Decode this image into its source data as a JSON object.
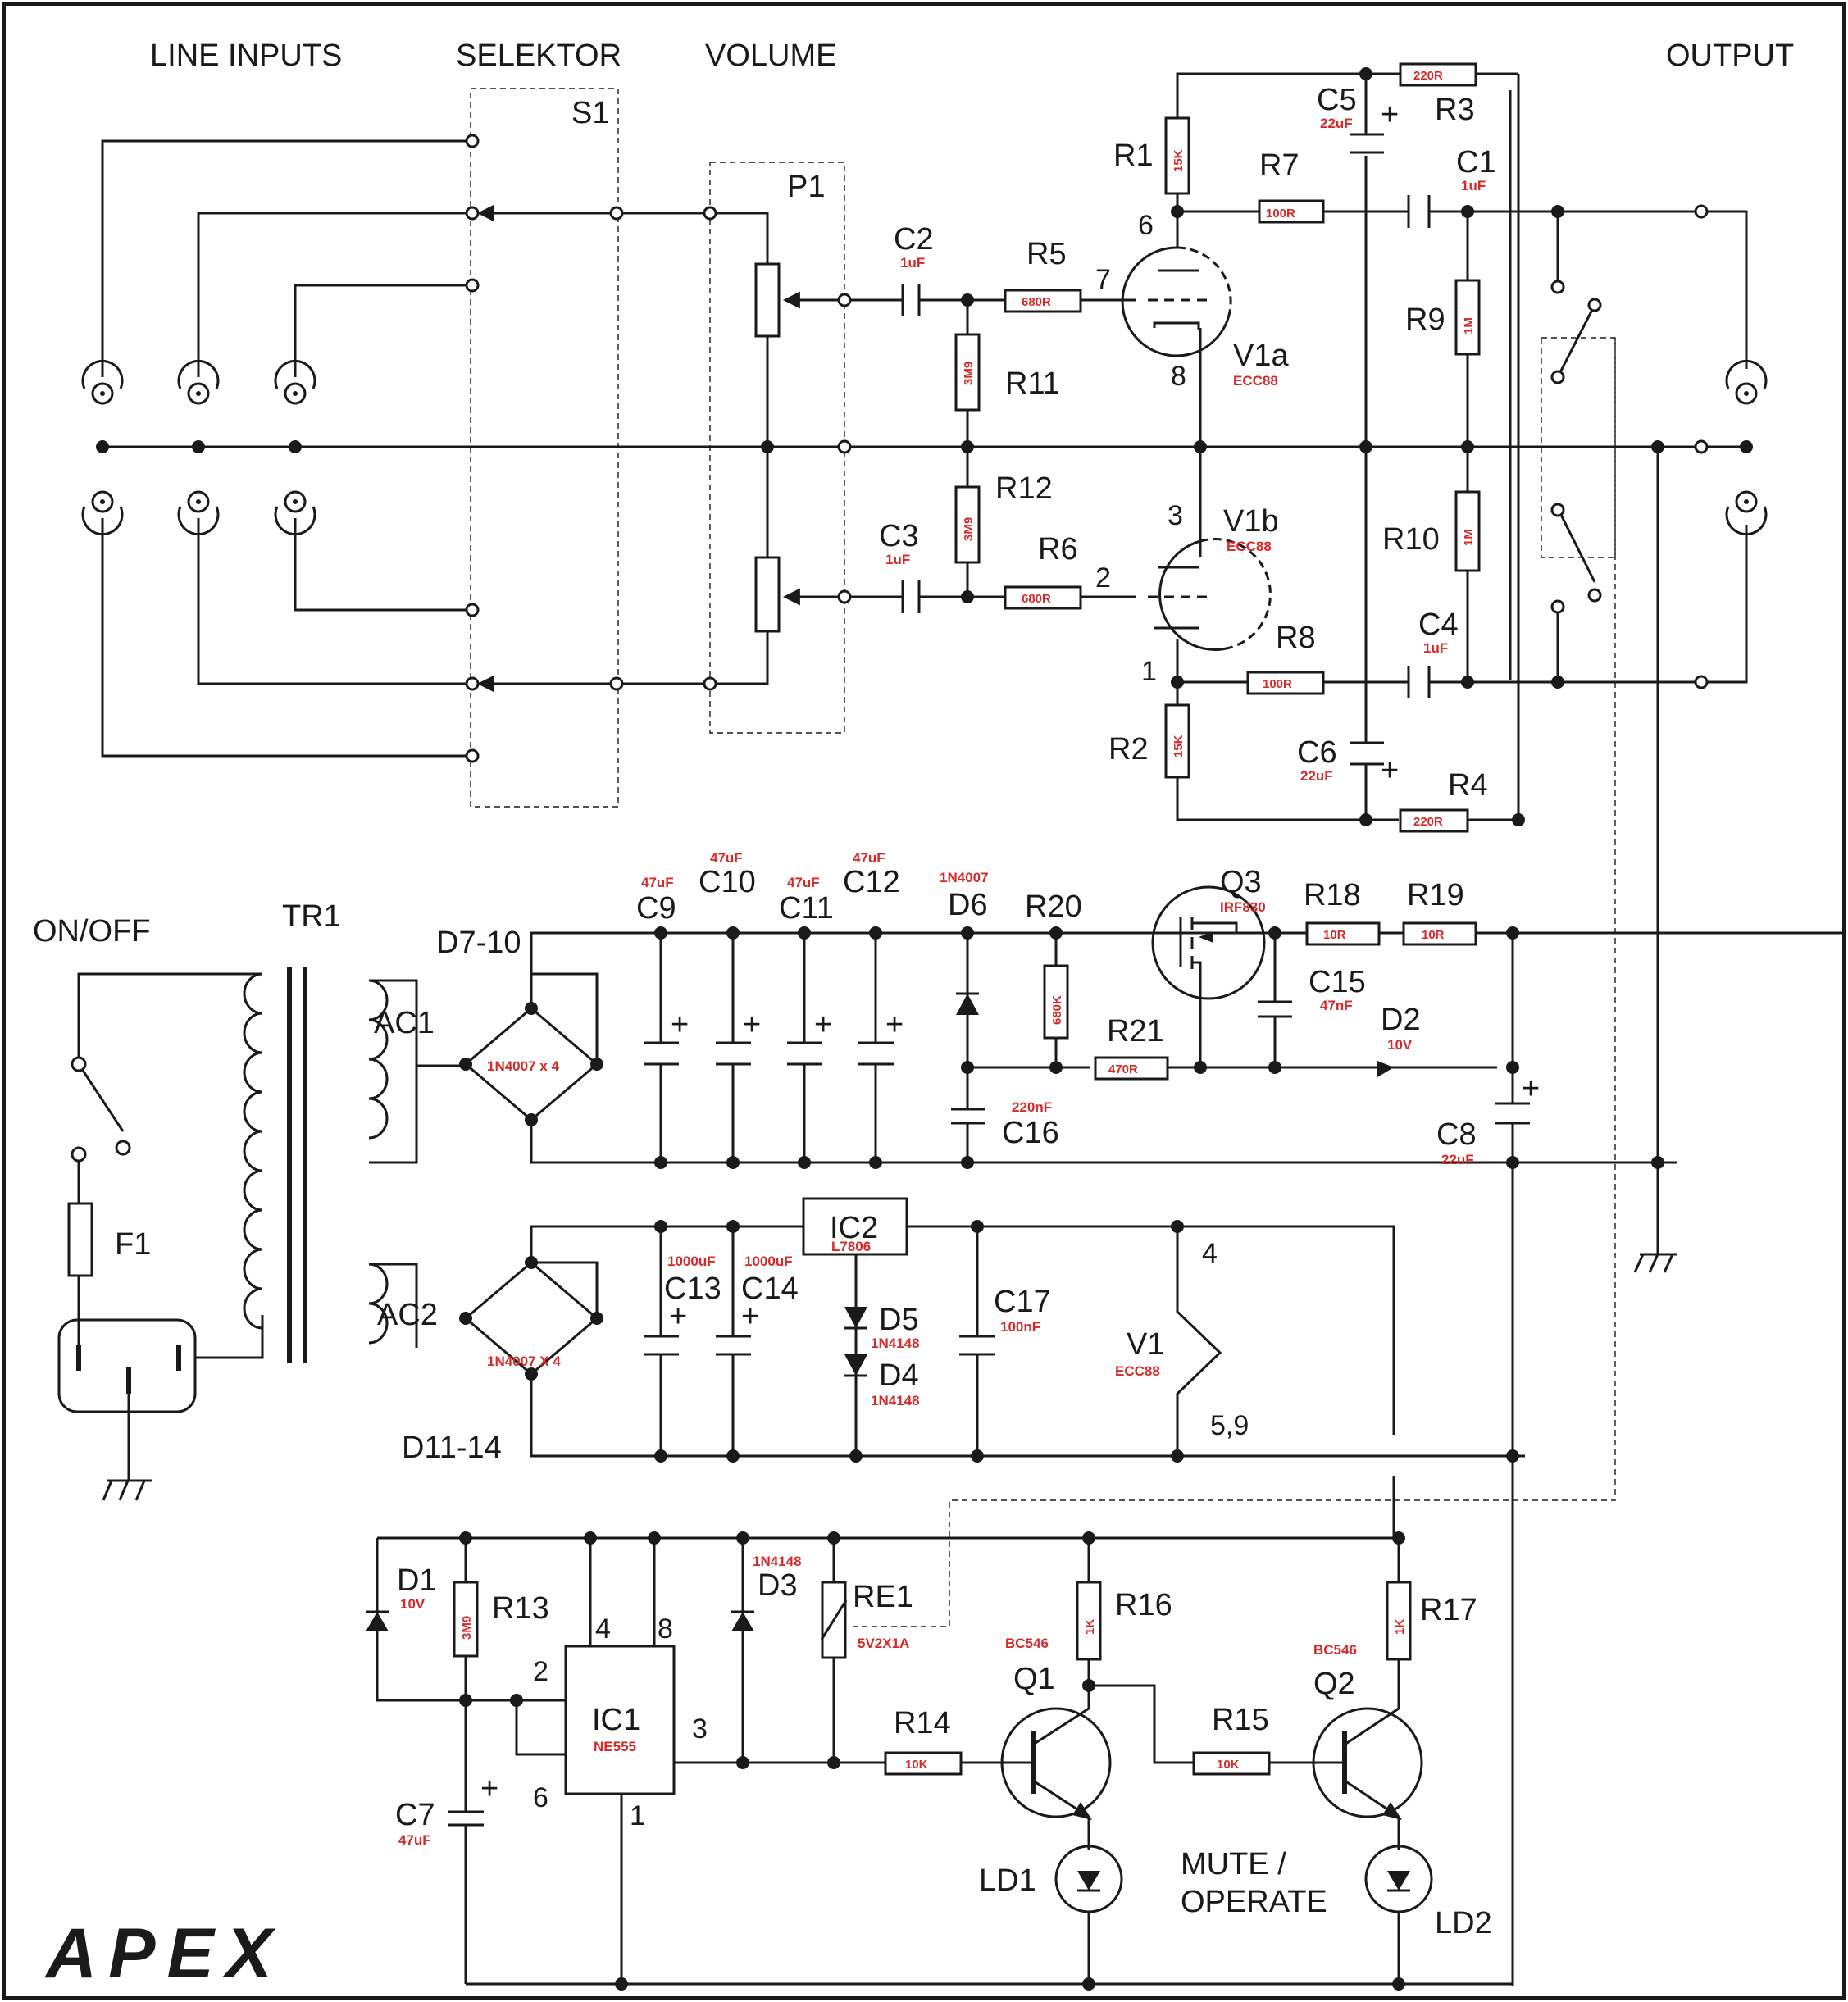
{
  "sections": {
    "line_inputs": "LINE INPUTS",
    "selektor": "SELEKTOR",
    "volume": "VOLUME",
    "output": "OUTPUT",
    "on_off": "ON/OFF",
    "mute_operate_1": "MUTE /",
    "mute_operate_2": "OPERATE"
  },
  "brand": {
    "logo": "APEX"
  },
  "components": {
    "S1": "S1",
    "P1": "P1",
    "TR1": "TR1",
    "F1": "F1",
    "AC1": "AC1",
    "AC2": "AC2",
    "D7_10": "D7-10",
    "D11_14": "D11-14",
    "bridge1_val": "1N4007 x 4",
    "bridge2_val": "1N4007 X 4",
    "C1": "C1",
    "C1_val": "1uF",
    "C2": "C2",
    "C2_val": "1uF",
    "C3": "C3",
    "C3_val": "1uF",
    "C4": "C4",
    "C4_val": "1uF",
    "C5": "C5",
    "C5_val": "22uF",
    "C6": "C6",
    "C6_val": "22uF",
    "C7": "C7",
    "C7_val": "47uF",
    "C8": "C8",
    "C8_val": "22uF",
    "C9": "C9",
    "C9_val": "47uF",
    "C10": "C10",
    "C10_val": "47uF",
    "C11": "C11",
    "C11_val": "47uF",
    "C12": "C12",
    "C12_val": "47uF",
    "C13": "C13",
    "C13_val": "1000uF",
    "C14": "C14",
    "C14_val": "1000uF",
    "C15": "C15",
    "C15_val": "47nF",
    "C16": "C16",
    "C16_val": "220nF",
    "C17": "C17",
    "C17_val": "100nF",
    "R1": "R1",
    "R1_val": "15K",
    "R2": "R2",
    "R2_val": "15K",
    "R3": "R3",
    "R3_val": "220R",
    "R4": "R4",
    "R4_val": "220R",
    "R5": "R5",
    "R5_val": "680R",
    "R6": "R6",
    "R6_val": "680R",
    "R7": "R7",
    "R7_val": "100R",
    "R8": "R8",
    "R8_val": "100R",
    "R9": "R9",
    "R9_val": "1M",
    "R10": "R10",
    "R10_val": "1M",
    "R11": "R11",
    "R11_val": "3M9",
    "R12": "R12",
    "R12_val": "3M9",
    "R13": "R13",
    "R13_val": "3M9",
    "R14": "R14",
    "R14_val": "10K",
    "R15": "R15",
    "R15_val": "10K",
    "R16": "R16",
    "R16_val": "1K",
    "R17": "R17",
    "R17_val": "1K",
    "R18": "R18",
    "R18_val": "10R",
    "R19": "R19",
    "R19_val": "10R",
    "R20": "R20",
    "R20_val": "680K",
    "R21": "R21",
    "R21_val": "470R",
    "V1a": "V1a",
    "V1a_val": "ECC88",
    "V1b": "V1b",
    "V1b_val": "ECC88",
    "V1": "V1",
    "V1_val": "ECC88",
    "Q1": "Q1",
    "Q1_val": "BC546",
    "Q2": "Q2",
    "Q2_val": "BC546",
    "Q3": "Q3",
    "Q3_val": "IRF830",
    "D1": "D1",
    "D1_val": "10V",
    "D2": "D2",
    "D2_val": "10V",
    "D3": "D3",
    "D3_val": "1N4148",
    "D4": "D4",
    "D4_val": "1N4148",
    "D5": "D5",
    "D5_val": "1N4148",
    "D6": "D6",
    "D6_val": "1N4007",
    "IC1": "IC1",
    "IC1_val": "NE555",
    "IC2": "IC2",
    "IC2_val": "L7806",
    "RE1": "RE1",
    "RE1_val": "5V2X1A",
    "LD1": "LD1",
    "LD2": "LD2"
  },
  "pins": {
    "v1a_plate": "6",
    "v1a_grid": "7",
    "v1a_cathode": "8",
    "v1b_plate": "3",
    "v1b_grid": "2",
    "v1b_cathode": "1",
    "heater_top": "4",
    "heater_bot": "5,9",
    "ic1_4": "4",
    "ic1_8": "8",
    "ic1_2": "2",
    "ic1_6": "6",
    "ic1_3": "3",
    "ic1_1": "1"
  }
}
